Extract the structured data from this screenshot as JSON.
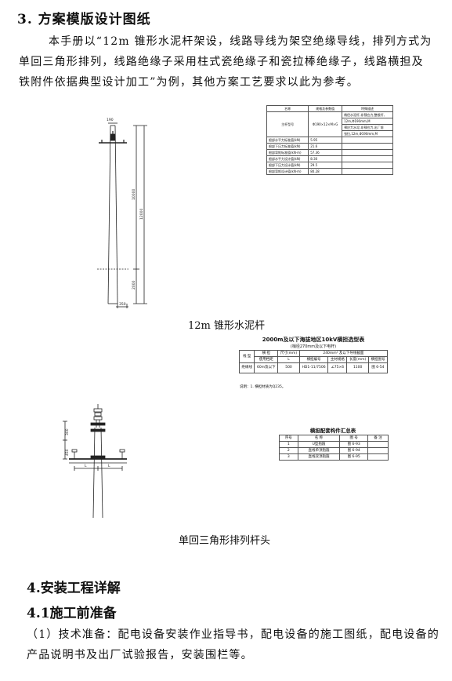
{
  "section3": {
    "title": "3. 方案模版设计图纸",
    "lines": [
      "本手册以“12m 锥形水泥杆架设，线路导线为架空绝缘导线，排列方式为",
      "单回三角形排列，线路绝缘子采用柱式瓷绝缘子和瓷拉棒绝缘子，线路横担及",
      "铁附件依据典型设计加工”为例，其他方案工艺要求以此为参考。"
    ]
  },
  "figure1": {
    "caption": "12m 锥形水泥杆",
    "dims": {
      "top": "190",
      "mid": "10000",
      "total": "12000",
      "bottom": "2000",
      "base": "350"
    }
  },
  "table1": {
    "headers": [
      "名称",
      "规格及参数值",
      "特殊描述"
    ],
    "rows": [
      [
        "",
        "",
        "梢径水泥杆,非预应力,整根杆,"
      ],
      [
        "主杆型号",
        "Φ190×12×M×G",
        "12m,Φ190mm,M"
      ],
      [
        "",
        "",
        "预应力水泥,非预应力,出厂前"
      ],
      [
        "",
        "",
        "张拉,12m,Φ190mm,M"
      ],
      [
        "根部水平力标准值(kN)",
        "5.95",
        ""
      ],
      [
        "根部下压力标准值(kN)",
        "21.6",
        ""
      ],
      [
        "根部弯矩标准值(kN·m)",
        "57.36",
        ""
      ],
      [
        "根部水平力设计值(kN)",
        "8.30",
        ""
      ],
      [
        "根部下压力设计值(kN)",
        "29.5",
        ""
      ],
      [
        "根部弯矩设计值(kN·m)",
        "80.28",
        ""
      ]
    ]
  },
  "table2": {
    "title": "2000m及以下海拔地区10kV横担选型表",
    "subtitle": "(梢径270mm及以下电杆)",
    "header1": [
      "线 型",
      "横 担",
      "尺寸(mm)",
      "240mm² 及以下导线截面"
    ],
    "header2": [
      "使用档距",
      "L",
      "横担编号",
      "主材规格",
      "长度(mm)",
      "横担图号"
    ],
    "row": [
      "绝缘线",
      "60m及以下",
      "500",
      "HD1-11/7506",
      "∠75×6",
      "1100",
      "图 6-54"
    ],
    "note": "说明：1. 横担材质为Q235。"
  },
  "figure2": {
    "caption": "单回三角形排列杆头",
    "dims": {
      "top": "300",
      "bottom": "450",
      "l": "L"
    }
  },
  "table3": {
    "title": "横担配套构件汇总表",
    "headers": [
      "序号",
      "名 称",
      "图 号",
      "备 注"
    ],
    "rows": [
      [
        "1",
        "U型抱箍",
        "图 6-93",
        ""
      ],
      [
        "2",
        "直线单顶抱箍",
        "图 6-94",
        ""
      ],
      [
        "3",
        "直线双顶抱箍",
        "图 6-95",
        ""
      ]
    ]
  },
  "section4": {
    "title": "4.安装工程详解"
  },
  "section41": {
    "title": "4.1施工前准备",
    "lines": [
      "（1）技术准备：配电设备安装作业指导书，配电设备的施工图纸，配电设备的",
      "产品说明书及出厂试验报告，安装围栏等。"
    ]
  }
}
